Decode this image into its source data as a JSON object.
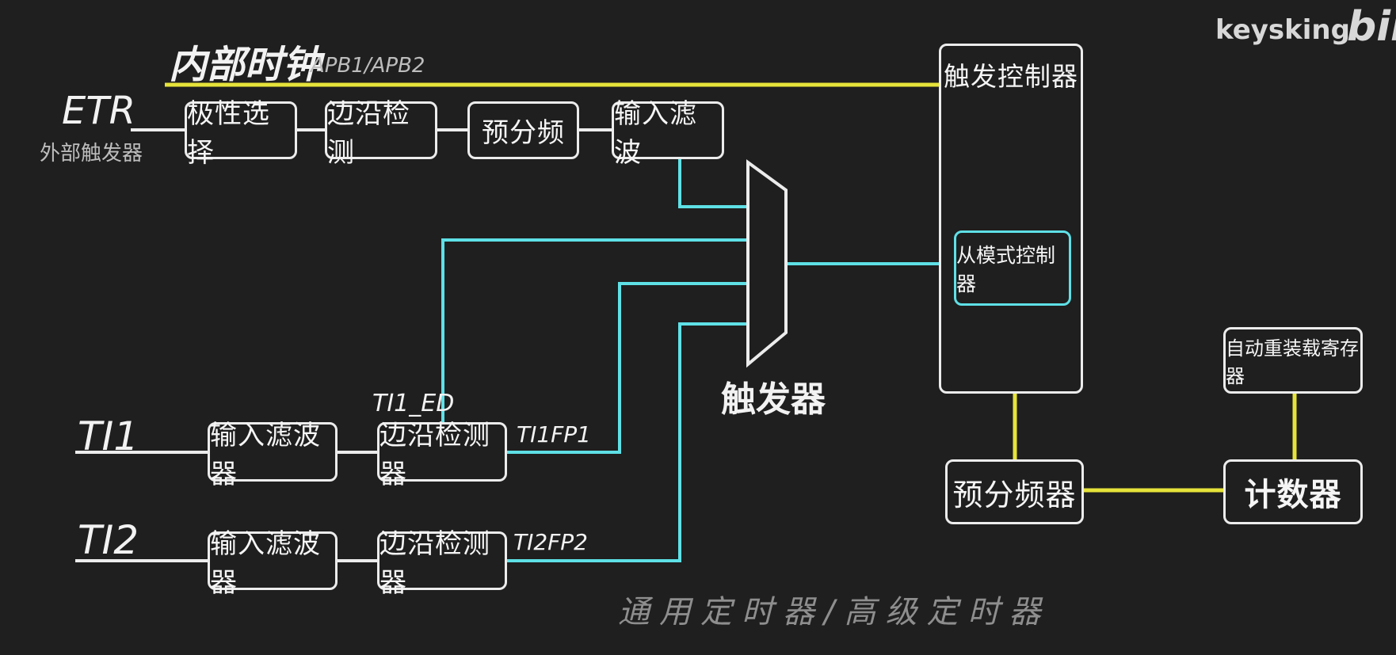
{
  "watermark": {
    "brand": "keysking",
    "site": "bili"
  },
  "internal_clock": {
    "title": "内部时钟",
    "subtitle": "APB1/APB2"
  },
  "etr": {
    "label": "ETR",
    "sublabel": "外部触发器"
  },
  "etr_chain": [
    "极性选择",
    "边沿检测",
    "预分频",
    "输入滤波"
  ],
  "mux": {
    "label": "触发器"
  },
  "trigger_controller": {
    "title": "触发控制器",
    "slave_mode": "从模式控制器"
  },
  "ti1": {
    "label": "TI1",
    "filter": "输入滤波器",
    "edge": "边沿检测器",
    "ed_label": "TI1_ED",
    "fp_label": "TI1FP1"
  },
  "ti2": {
    "label": "TI2",
    "filter": "输入滤波器",
    "edge": "边沿检测器",
    "fp_label": "TI2FP2"
  },
  "prescaler": "预分频器",
  "counter": "计数器",
  "auto_reload": "自动重装载寄存器",
  "caption": "通用定时器/高级定时器",
  "colors": {
    "background": "#1f1f1f",
    "box": "#ececec",
    "cyan": "#5ee0e6",
    "yellow": "#e6e33a"
  }
}
